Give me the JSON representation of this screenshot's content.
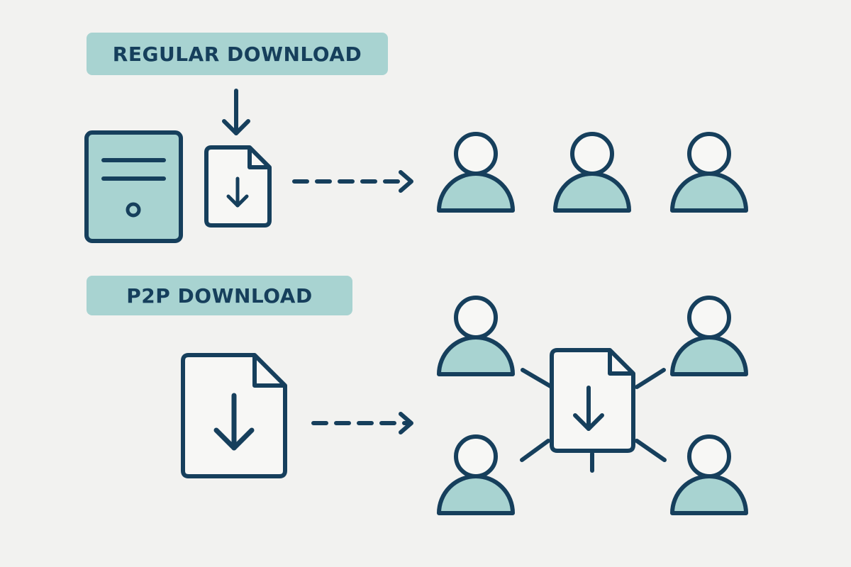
{
  "sections": {
    "regular": {
      "label": "REGULAR DOWNLOAD",
      "user_count": 3
    },
    "p2p": {
      "label": "P2P DOWNLOAD",
      "peer_count": 4
    }
  },
  "colors": {
    "background": "#f2f2f0",
    "accent_fill": "#a8d3d1",
    "stroke": "#163f5c",
    "paper": "#f7f7f5"
  },
  "icons": {
    "server": "server-icon",
    "file": "file-download-icon",
    "user": "user-icon",
    "arrow": "arrow-down-icon"
  }
}
